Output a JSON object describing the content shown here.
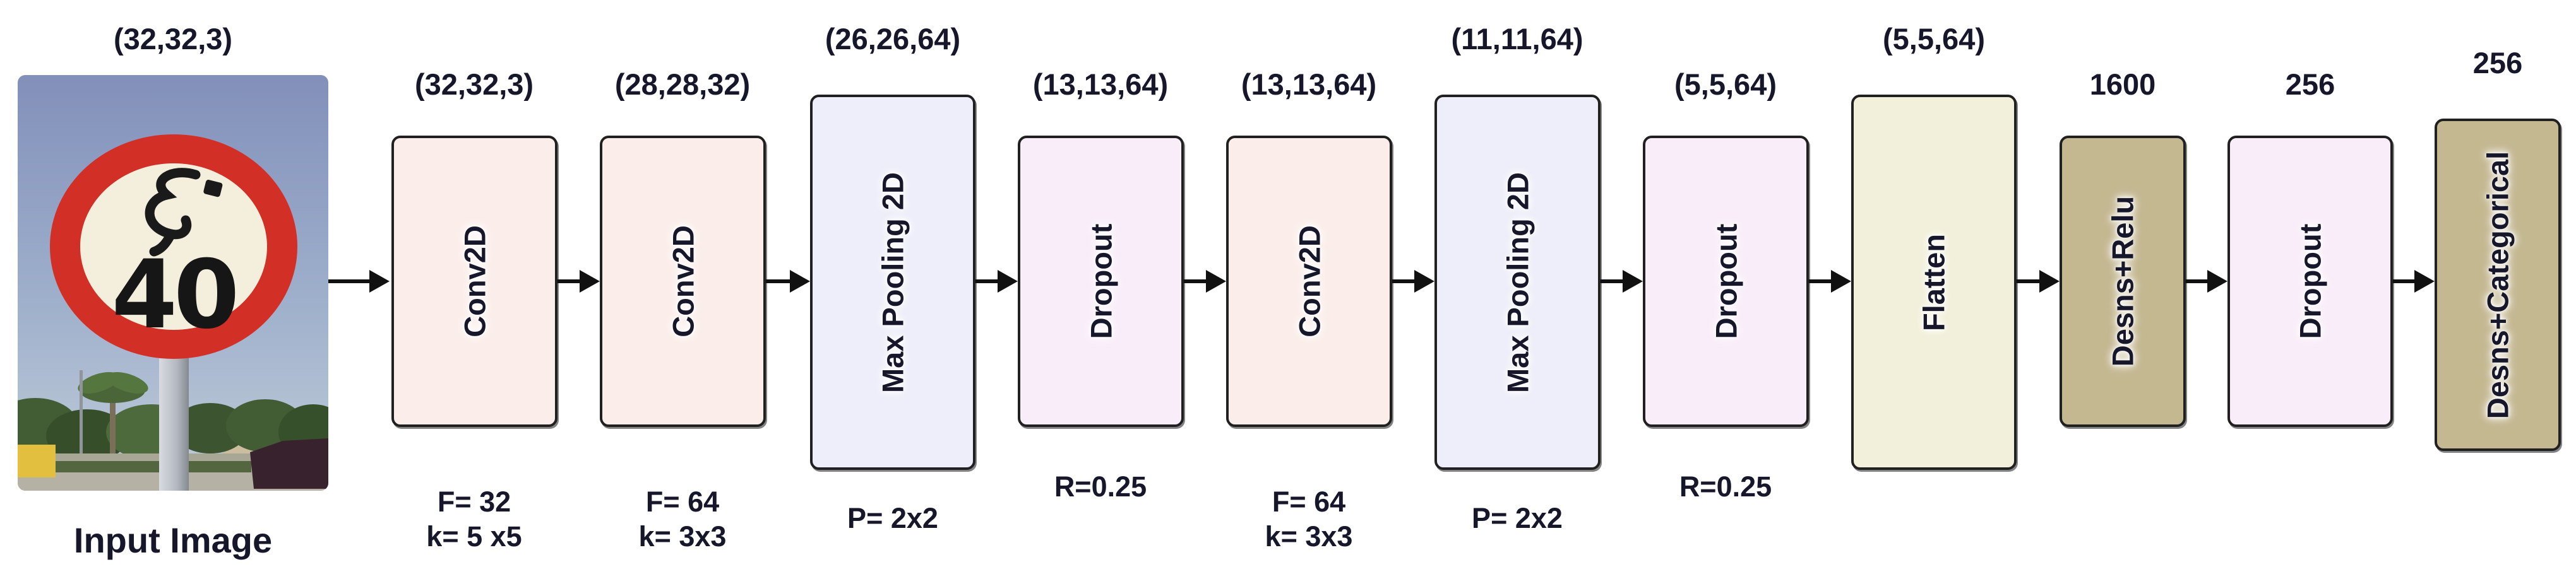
{
  "diagram": {
    "input": {
      "shape_label": "(32,32,3)",
      "caption": "Input Image",
      "sign": {
        "arabic_number": "٤٠",
        "number": "40"
      }
    },
    "blocks": [
      {
        "label": "Conv2D",
        "shape_above": "(32,32,3)",
        "params": [
          "F= 32",
          "k= 5 x5"
        ]
      },
      {
        "label": "Conv2D",
        "shape_above": "(28,28,32)",
        "params": [
          "F= 64",
          "k= 3x3"
        ]
      },
      {
        "label": "Max Pooling 2D",
        "shape_above": "(26,26,64)",
        "params": [
          "P= 2x2"
        ]
      },
      {
        "label": "Dropout",
        "shape_above": "(13,13,64)",
        "params": [
          "R=0.25"
        ]
      },
      {
        "label": "Conv2D",
        "shape_above": "(13,13,64)",
        "params": [
          "F= 64",
          "k= 3x3"
        ]
      },
      {
        "label": "Max Pooling 2D",
        "shape_above": "(11,11,64)",
        "params": [
          "P= 2x2"
        ]
      },
      {
        "label": "Dropout",
        "shape_above": "(5,5,64)",
        "params": [
          "R=0.25"
        ]
      },
      {
        "label": "Flatten",
        "shape_above": "(5,5,64)",
        "params": []
      },
      {
        "label": "Desns+Relu",
        "shape_above": "1600",
        "params": []
      },
      {
        "label": "Dropout",
        "shape_above": "256",
        "params": []
      },
      {
        "label": "Desns+Categorical",
        "shape_above": "256",
        "params": []
      }
    ],
    "colors": {
      "conv_block": "#fbeeea",
      "pool_block": "#edeef9",
      "dropout_block": "#f9edf9",
      "flatten_block": "#f2f0da",
      "dense_block": "#c4b891",
      "block_border": "#202020",
      "arrow": "#111111",
      "text": "#17172b",
      "sign_ring_red": "#d23027",
      "sign_face": "#f4efdc"
    }
  }
}
